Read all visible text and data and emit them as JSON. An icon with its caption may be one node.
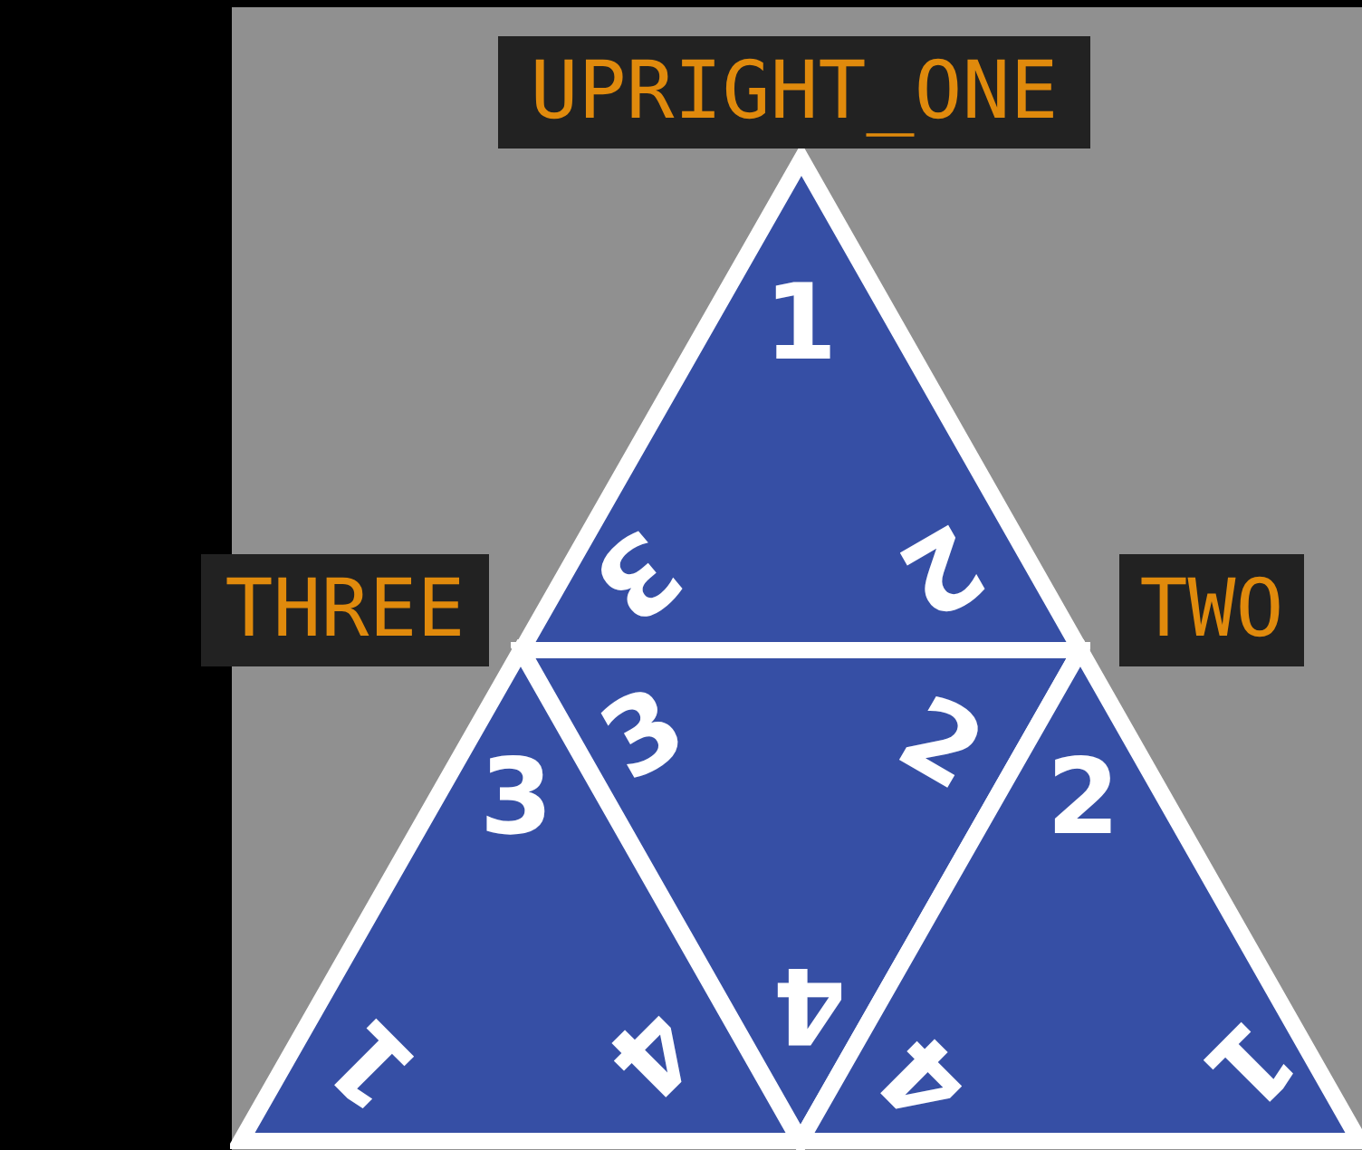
{
  "diagram": {
    "nodes": [
      {
        "text": [
          "UPRIGHT_ONE"
        ]
      },
      {
        "text": [
          "1",
          "3",
          "2"
        ]
      },
      {
        "text": [
          "THREE"
        ]
      },
      {
        "text": [
          "TWO"
        ]
      },
      {
        "text": [
          "3",
          "2",
          "4"
        ]
      },
      {
        "text": [
          "3",
          "1",
          "4"
        ]
      },
      {
        "text": [
          "2",
          "4",
          "1"
        ]
      }
    ]
  }
}
